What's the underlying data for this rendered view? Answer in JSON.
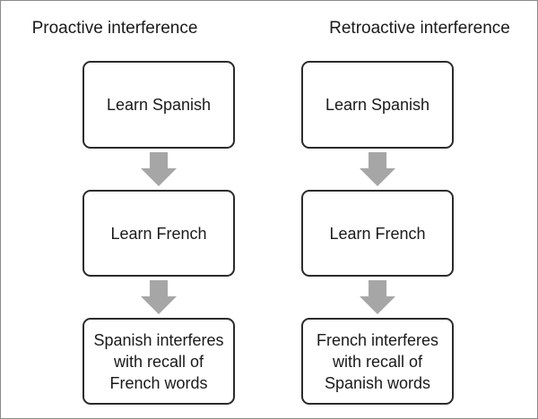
{
  "diagram": {
    "columns": [
      {
        "title": "Proactive interference",
        "steps": [
          "Learn Spanish",
          "Learn French",
          "Spanish interferes\nwith recall of\nFrench words"
        ]
      },
      {
        "title": "Retroactive interference",
        "steps": [
          "Learn Spanish",
          "Learn French",
          "French interferes\nwith recall of\nSpanish words"
        ]
      }
    ],
    "colors": {
      "box_border": "#2b2b2b",
      "arrow_fill": "#a6a6a6",
      "text": "#1a1a1a",
      "frame": "#8a8a8a"
    }
  }
}
